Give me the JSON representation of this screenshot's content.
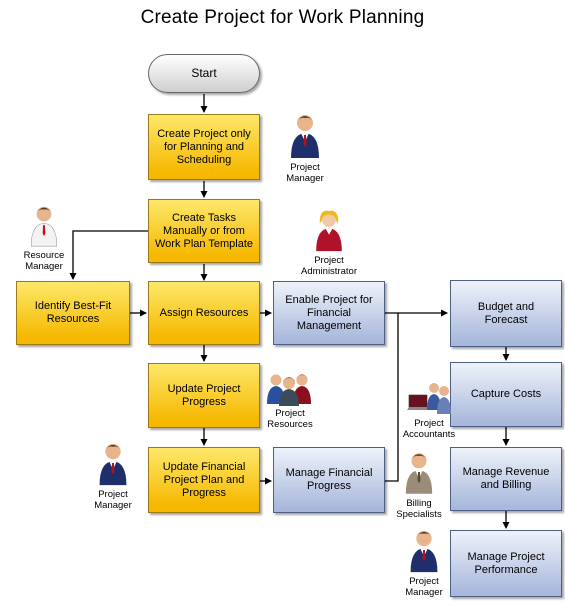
{
  "title": "Create Project for Work Planning",
  "nodes": {
    "start": "Start",
    "create_project": "Create Project only for Planning and Scheduling",
    "create_tasks": "Create Tasks Manually or from Work Plan Template",
    "identify_resources": "Identify Best-Fit Resources",
    "assign_resources": "Assign Resources",
    "enable_project": "Enable Project for Financial Management",
    "update_progress": "Update Project Progress",
    "update_financial": "Update Financial Project Plan and Progress",
    "manage_financial": "Manage Financial Progress",
    "budget_forecast": "Budget and Forecast",
    "capture_costs": "Capture Costs",
    "manage_revenue": "Manage Revenue and Billing",
    "manage_performance": "Manage Project Performance"
  },
  "roles": {
    "pm_top": "Project Manager",
    "resource_manager": "Resource Manager",
    "project_admin": "Project Administrator",
    "project_resources": "Project Resources",
    "pm_left": "Project Manager",
    "project_accountants": "Project Accountants",
    "billing_specialists": "Billing Specialists",
    "pm_bottom": "Project Manager"
  },
  "icons": {
    "pm_top": "business-man-icon",
    "resource_manager": "business-man-icon",
    "project_admin": "business-woman-icon",
    "project_resources": "team-icon",
    "pm_left": "business-man-icon",
    "project_accountants": "accountants-icon",
    "billing_specialists": "business-man-icon",
    "pm_bottom": "business-man-icon"
  },
  "colors": {
    "yellow_top": "#fde86a",
    "yellow_bottom": "#f6b800",
    "blue_top": "#eef2fa",
    "blue_bottom": "#a8b8dc",
    "start_top": "#ffffff",
    "start_bottom": "#cfcfcf",
    "connector": "#000000"
  }
}
